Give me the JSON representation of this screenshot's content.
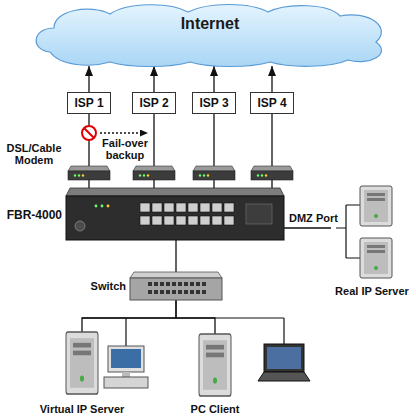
{
  "diagram": {
    "nodes": [
      {
        "text": [
          "Internet"
        ]
      },
      {
        "text": [
          "ISP 1"
        ]
      },
      {
        "text": [
          "ISP 2"
        ]
      },
      {
        "text": [
          "ISP 3"
        ]
      },
      {
        "text": [
          "ISP 4"
        ]
      },
      {
        "text": [
          "FBR-4000"
        ]
      },
      {
        "text": [
          "Switch"
        ]
      },
      {
        "text": [
          "Real IP Server"
        ]
      },
      {
        "text": [
          "Virtual IP Server"
        ]
      },
      {
        "text": [
          "PC Client"
        ]
      }
    ],
    "edges": [
      {
        "from": 1,
        "to": 0,
        "arrow": "to"
      },
      {
        "from": 2,
        "to": 0,
        "arrow": "to"
      },
      {
        "from": 3,
        "to": 0,
        "arrow": "to"
      },
      {
        "from": 4,
        "to": 0,
        "arrow": "to"
      },
      {
        "from": 5,
        "to": 1,
        "arrow": "none"
      },
      {
        "from": 5,
        "to": 2,
        "arrow": "none"
      },
      {
        "from": 5,
        "to": 3,
        "arrow": "none"
      },
      {
        "from": 5,
        "to": 4,
        "arrow": "none"
      },
      {
        "from": 5,
        "to": 6,
        "arrow": "none"
      },
      {
        "from": 5,
        "to": 7,
        "arrow": "none",
        "label": "DMZ Port"
      },
      {
        "from": 6,
        "to": 8,
        "arrow": "none"
      },
      {
        "from": 6,
        "to": 9,
        "arrow": "none"
      }
    ],
    "labels": [
      "DSL/Cable Modem",
      "Fail-over backup"
    ]
  }
}
